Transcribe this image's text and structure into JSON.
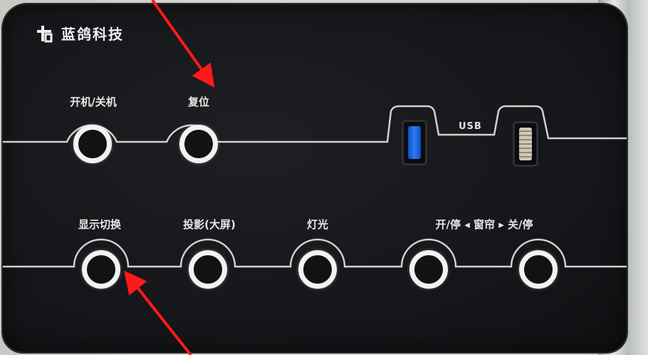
{
  "brand": {
    "name": "蓝鸽科技",
    "logo_icon": "brand-logo-icon"
  },
  "top_row": {
    "power_label": "开机/关机",
    "reset_label": "复位",
    "usb_label": "USB"
  },
  "bottom_row": {
    "display_switch_label": "显示切换",
    "projector_label": "投影(大屏)",
    "light_label": "灯光",
    "curtain_label": "开/停 ◂ 窗帘 ▸ 关/停"
  },
  "colors": {
    "panel": "#141518",
    "button_ring": "#f2f2f2",
    "arrow": "#ff1a1a",
    "usb_blue": "#2e7cf0"
  }
}
